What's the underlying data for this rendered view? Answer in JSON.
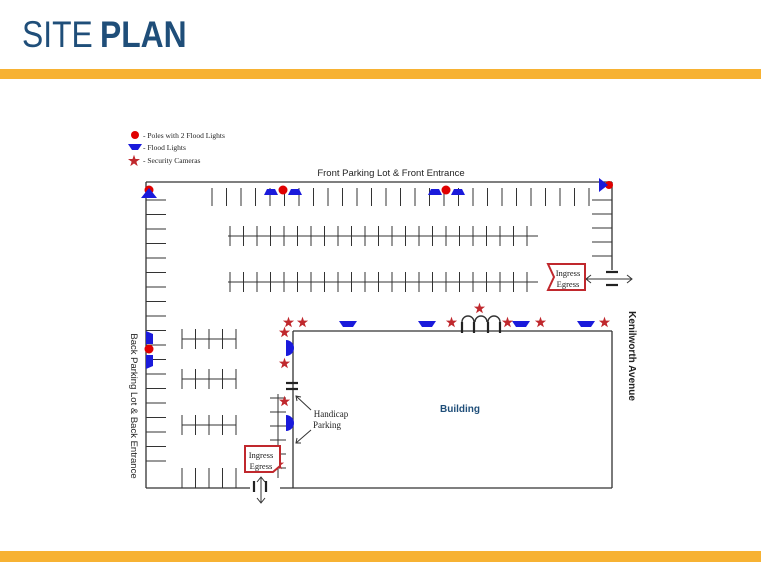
{
  "header": {
    "title_light": "SITE ",
    "title_bold": "PLAN"
  },
  "colors": {
    "accent_bar": "#f7b233",
    "title": "#1f4e79",
    "pole": "#e00000",
    "flood": "#1a1adb",
    "camera": "#c0282d",
    "ingress_border": "#c0282d",
    "building_label": "#1f4e79"
  },
  "legend": [
    {
      "icon": "pole-icon",
      "label": "- Poles with 2 Flood Lights"
    },
    {
      "icon": "flood-light-icon",
      "label": "- Flood Lights"
    },
    {
      "icon": "security-camera-icon",
      "label": "- Security Cameras"
    }
  ],
  "labels": {
    "front": "Front Parking Lot & Front Entrance",
    "back": "Back Parking Lot & Back Entrance",
    "avenue": "Kenilworth Avenue",
    "building": "Building",
    "handicap_line1": "Handicap",
    "handicap_line2": "Parking",
    "ingress_right_line1": "Ingress",
    "ingress_right_line2": "Egress",
    "ingress_bottom_line1": "Ingress",
    "ingress_bottom_line2": "Egress"
  }
}
